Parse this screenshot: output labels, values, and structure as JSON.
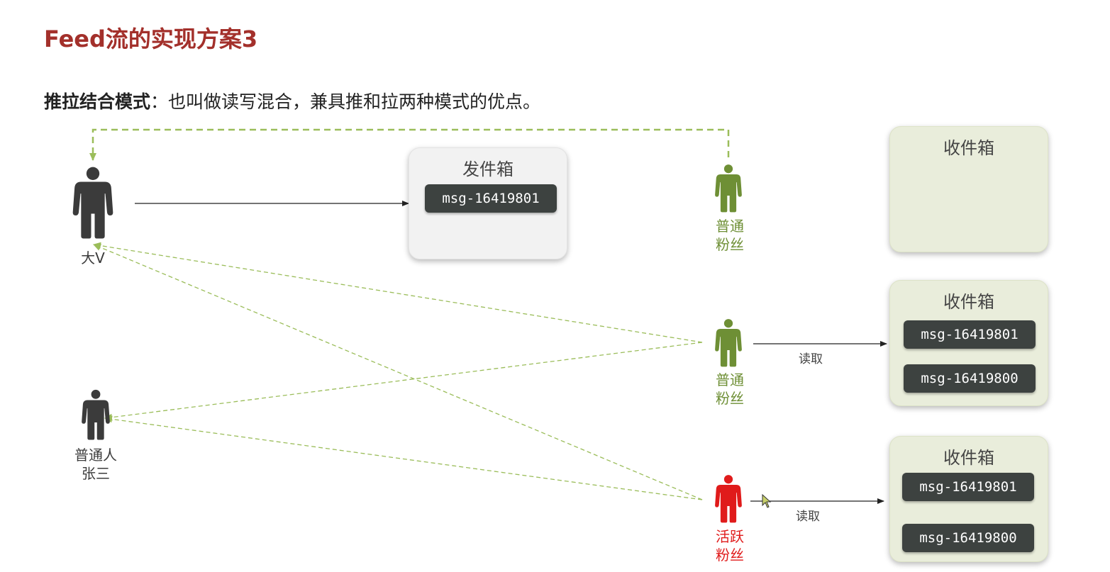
{
  "title": "Feed流的实现方案3",
  "subtitle": {
    "bold": "推拉结合模式",
    "rest": "：也叫做读写混合，兼具推和拉两种模式的优点。"
  },
  "people": {
    "big_v": {
      "label": "大V",
      "color": "#3b3b3b",
      "icon": "person-icon"
    },
    "ordinary": {
      "label_line1": "普通人",
      "label_line2": "张三",
      "color": "#3b3b3b",
      "icon": "person-icon"
    },
    "fan_top": {
      "label_line1": "普通",
      "label_line2": "粉丝",
      "color": "#6e8f35",
      "icon": "person-icon"
    },
    "fan_mid": {
      "label_line1": "普通",
      "label_line2": "粉丝",
      "color": "#6e8f35",
      "icon": "person-icon"
    },
    "fan_active": {
      "label_line1": "活跃",
      "label_line2": "粉丝",
      "color": "#e01b1b",
      "icon": "person-icon"
    }
  },
  "outbox": {
    "title": "发件箱",
    "messages": [
      "msg-16419801"
    ]
  },
  "inboxes": [
    {
      "title": "收件箱",
      "messages": []
    },
    {
      "title": "收件箱",
      "messages": [
        "msg-16419801",
        "msg-16419800"
      ]
    },
    {
      "title": "收件箱",
      "messages": [
        "msg-16419801",
        "msg-16419800"
      ]
    }
  ],
  "edge_labels": {
    "read_mid": "读取",
    "read_active": "读取"
  },
  "colors": {
    "title": "#a3302b",
    "dashed_link": "#9bbd5a",
    "arrow": "#222222"
  }
}
